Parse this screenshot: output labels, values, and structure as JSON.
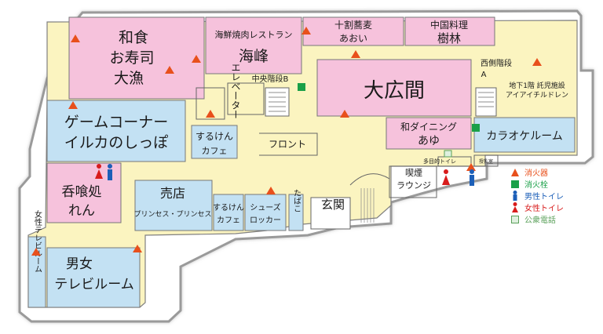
{
  "rooms": {
    "washoku": [
      "和食",
      "お寿司",
      "大漁"
    ],
    "kaisen": [
      "海鮮焼肉レストラン",
      "海峰"
    ],
    "soba": [
      "十割蕎麦",
      "あおい"
    ],
    "chuka": [
      "中国料理",
      "樹林"
    ],
    "game": [
      "ゲームコーナー",
      "イルカのしっぽ"
    ],
    "daihiroma": "大広間",
    "dining": [
      "和ダイニング",
      "あゆ"
    ],
    "karaoke": "カラオケルーム",
    "nomikui": [
      "呑喰処",
      "れん"
    ],
    "baiten": [
      "売店",
      "プリンセス・プリンセス"
    ],
    "cafe1": [
      "するけん",
      "カフェ"
    ],
    "cafe2": [
      "するけん",
      "カフェ"
    ],
    "shoes": [
      "シューズ",
      "ロッカー"
    ],
    "tabako": "たばこ",
    "genkan": "玄関",
    "tvroom_women": [
      "女性テレビルーム"
    ],
    "tvroom": [
      "男女",
      "テレビルーム"
    ],
    "kitsuen": [
      "喫煙",
      "ラウンジ"
    ],
    "front": "フロント",
    "elevator": "エレベーター",
    "chuo_kaidan": "中央階段B",
    "nishigawa_kaidan": [
      "西側階段",
      "A"
    ],
    "kids": [
      "地下1階 託児施設",
      "アイアイチルドレン"
    ],
    "tamokuteki": "多目的トイレ",
    "kanshi": "授乳室"
  },
  "legend": [
    {
      "icon": "fire-extinguisher-icon",
      "label": "消火器",
      "color": "#e8501c"
    },
    {
      "icon": "fire-hydrant-icon",
      "label": "消火栓",
      "color": "#1aa048"
    },
    {
      "icon": "male-toilet-icon",
      "label": "男性トイレ",
      "color": "#1c5fb8"
    },
    {
      "icon": "female-toilet-icon",
      "label": "女性トイレ",
      "color": "#d81c1c"
    },
    {
      "icon": "public-phone-icon",
      "label": "公衆電話",
      "color": "#5aa05a"
    }
  ],
  "colors": {
    "restaurant": "#f6c2dc",
    "facility": "#c3e1f3",
    "corridor": "#fbf4c0",
    "outline": "#6a6a6a",
    "marker": "#e8501c"
  }
}
